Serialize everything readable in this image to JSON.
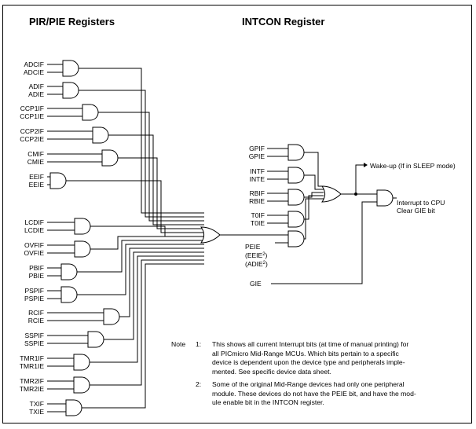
{
  "headers": {
    "left": "PIR/PIE Registers",
    "right": "INTCON Register"
  },
  "pir_pie": [
    {
      "flag": "ADCIF",
      "enable": "ADCIE"
    },
    {
      "flag": "ADIF",
      "enable": "ADIE"
    },
    {
      "flag": "CCP1IF",
      "enable": "CCP1IE"
    },
    {
      "flag": "CCP2IF",
      "enable": "CCP2IE"
    },
    {
      "flag": "CMIF",
      "enable": "CMIE"
    },
    {
      "flag": "EEIF",
      "enable": "EEIE"
    },
    {
      "flag": "LCDIF",
      "enable": "LCDIE"
    },
    {
      "flag": "OVFIF",
      "enable": "OVFIE"
    },
    {
      "flag": "PBIF",
      "enable": "PBIE"
    },
    {
      "flag": "PSPIF",
      "enable": "PSPIE"
    },
    {
      "flag": "RCIF",
      "enable": "RCIE"
    },
    {
      "flag": "SSPIF",
      "enable": "SSPIE"
    },
    {
      "flag": "TMR1IF",
      "enable": "TMR1IE"
    },
    {
      "flag": "TMR2IF",
      "enable": "TMR2IE"
    },
    {
      "flag": "TXIF",
      "enable": "TXIE"
    }
  ],
  "intcon": [
    {
      "flag": "GPIF",
      "enable": "GPIE"
    },
    {
      "flag": "INTF",
      "enable": "INTE"
    },
    {
      "flag": "RBIF",
      "enable": "RBIE"
    },
    {
      "flag": "T0IF",
      "enable": "T0IE"
    }
  ],
  "peie": {
    "label": "PEIE",
    "eeie": "(EEIE",
    "adie": "(ADIE",
    "sup": "2",
    "close": ")"
  },
  "gie": "GIE",
  "outputs": {
    "wakeup": "Wake-up (If in SLEEP mode)",
    "interrupt_line1": "Interrupt to CPU",
    "interrupt_line2": "Clear GIE bit"
  },
  "notes": {
    "label": "Note",
    "n1_num": "1:",
    "n1_lines": [
      "This shows all current Interrupt bits (at time of manual printing) for",
      "all PICmicro Mid-Range MCUs. Which bits pertain to a specific",
      "device is dependent upon the device type and peripherals imple-",
      "mented. See specific device data sheet."
    ],
    "n2_num": "2:",
    "n2_lines": [
      "Some of the original Mid-Range devices had only one peripheral",
      "module. These devices do not have the PEIE bit, and have the mod-",
      "ule enable bit in the INTCON register."
    ]
  }
}
